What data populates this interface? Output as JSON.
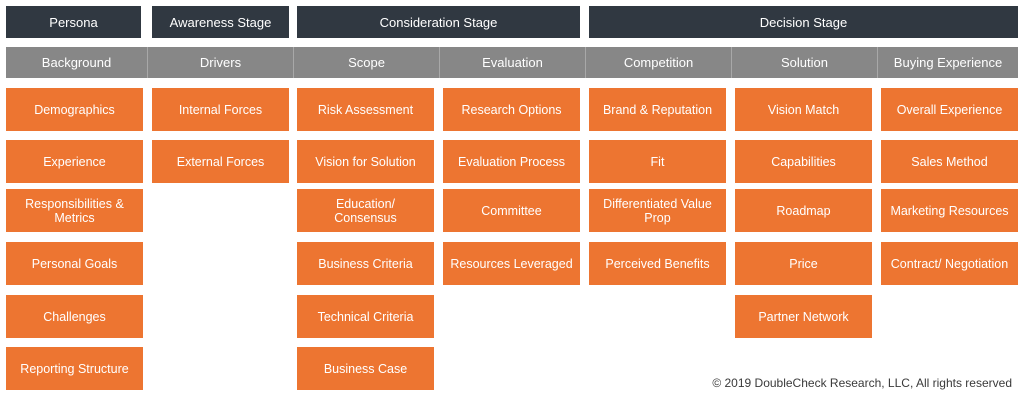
{
  "stages": [
    {
      "label": "Persona"
    },
    {
      "label": "Awareness Stage"
    },
    {
      "label": "Consideration Stage"
    },
    {
      "label": "Decision Stage"
    }
  ],
  "columns": [
    {
      "header": "Background",
      "items": [
        "Demographics",
        "Experience",
        "Responsibilities & Metrics",
        "Personal Goals",
        "Challenges",
        "Reporting Structure"
      ]
    },
    {
      "header": "Drivers",
      "items": [
        "Internal Forces",
        "External Forces"
      ]
    },
    {
      "header": "Scope",
      "items": [
        "Risk Assessment",
        "Vision for Solution",
        "Education/ Consensus",
        "Business Criteria",
        "Technical Criteria",
        "Business Case"
      ]
    },
    {
      "header": "Evaluation",
      "items": [
        "Research Options",
        "Evaluation Process",
        "Committee",
        "Resources Leveraged"
      ]
    },
    {
      "header": "Competition",
      "items": [
        "Brand & Reputation",
        "Fit",
        "Differentiated Value Prop",
        "Perceived Benefits"
      ]
    },
    {
      "header": "Solution",
      "items": [
        "Vision Match",
        "Capabilities",
        "Roadmap",
        "Price",
        "Partner Network"
      ]
    },
    {
      "header": "Buying Experience",
      "items": [
        "Overall Experience",
        "Sales Method",
        "Marketing Resources",
        "Contract/ Negotiation"
      ]
    }
  ],
  "footer": {
    "copyright": "© 2019 DoubleCheck Research, LLC, All rights reserved"
  },
  "colors": {
    "stage_bg": "#303841",
    "subheader_bg": "#878787",
    "cell_bg": "#ed7531",
    "text": "#ffffff"
  }
}
